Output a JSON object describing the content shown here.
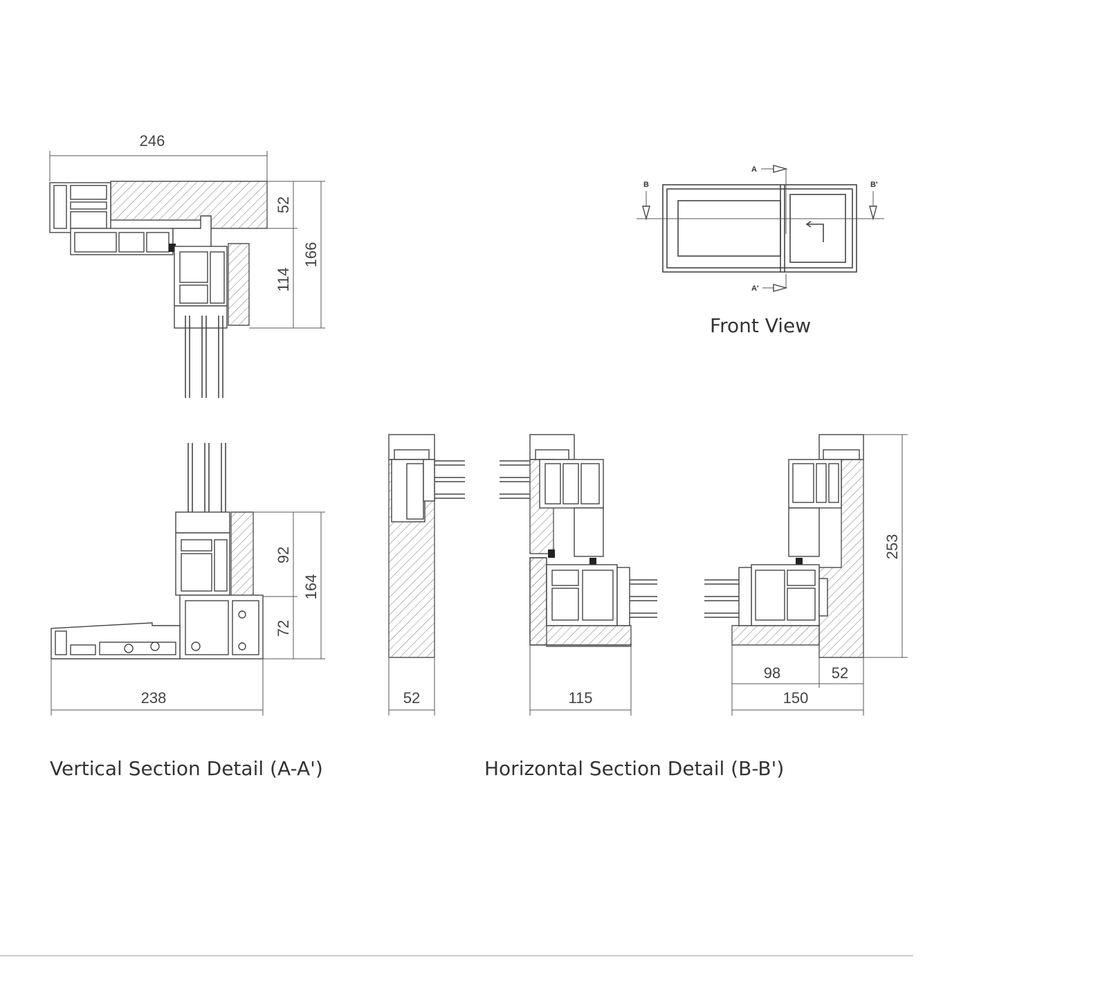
{
  "front_view": {
    "caption": "Front View",
    "labels": {
      "a": "A",
      "a_prime": "A'",
      "b": "B",
      "b_prime": "B'"
    }
  },
  "vertical_section": {
    "caption": "Vertical Section Detail (A-A')",
    "dims": {
      "top_width": "246",
      "top_wall": "52",
      "top_frame": "114",
      "top_total": "166",
      "bottom_upper": "92",
      "bottom_lower": "72",
      "bottom_total": "164",
      "bottom_width": "238"
    }
  },
  "horizontal_section": {
    "caption": "Horizontal Section Detail (B-B')",
    "dims": {
      "left_wall": "52",
      "middle_width": "115",
      "right_inner": "98",
      "right_wall": "52",
      "right_total": "150",
      "right_height": "253"
    }
  }
}
